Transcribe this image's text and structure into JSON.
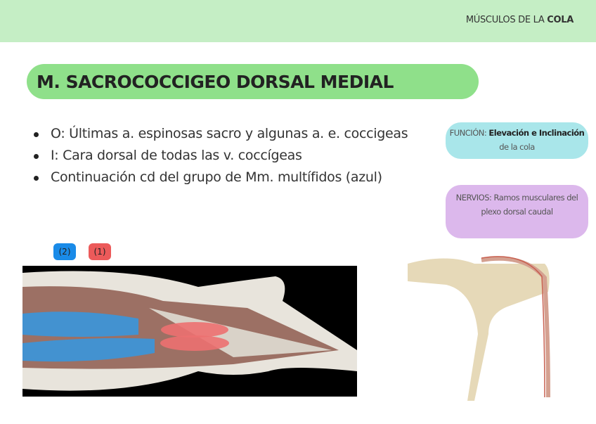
{
  "header": {
    "prefix": "MÚSCULOS DE LA ",
    "bold": "COLA"
  },
  "title": "M. SACROCOCCIGEO DORSAL MEDIAL",
  "bullets": [
    "O: Últimas a. espinosas sacro y algunas a. e. coccigeas",
    "I: Cara dorsal de todas las v. coccígeas",
    "Continuación cd del grupo de Mm. multífidos (azul)"
  ],
  "funcion": {
    "label": "FUNCIÓN: ",
    "bold": "Elevación e Inclinación",
    "rest": " de la cola"
  },
  "nervios": "NERVIOS: Ramos musculares del plexo dorsal caudal",
  "tags": [
    "(2)",
    "(1)"
  ],
  "colors": {
    "header": "#c5eec5",
    "title": "#8fe08a",
    "funcion": "#a9e6ea",
    "nervios": "#dcb8ec",
    "blue": "#1a8be8",
    "red": "#ec5a5a"
  }
}
